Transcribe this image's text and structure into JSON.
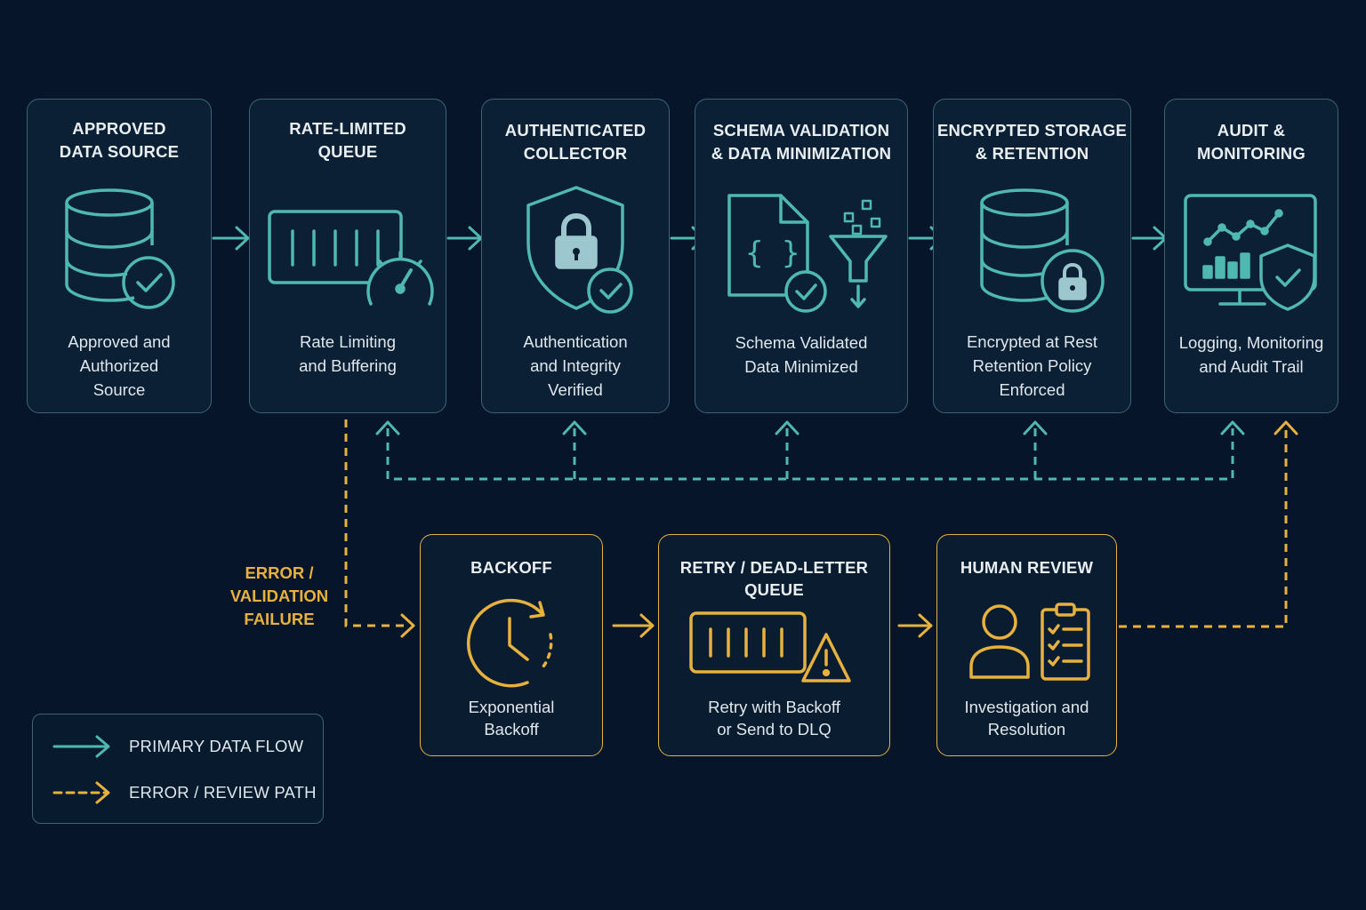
{
  "colors": {
    "background": "#061529",
    "primary": "#4fb8b1",
    "error": "#e6b13e",
    "text": "#dfe7ec",
    "border": "#3e6470"
  },
  "pipeline": [
    {
      "title": "APPROVED\nDATA SOURCE",
      "description": "Approved and\nAuthorized\nSource",
      "icon": "database-check-icon"
    },
    {
      "title": "RATE-LIMITED\nQUEUE",
      "description": "Rate Limiting\nand Buffering",
      "icon": "queue-gauge-icon"
    },
    {
      "title": "AUTHENTICATED\nCOLLECTOR",
      "description": "Authentication\nand Integrity\nVerified",
      "icon": "shield-lock-icon"
    },
    {
      "title": "SCHEMA VALIDATION\n& DATA MINIMIZATION",
      "description": "Schema Validated\nData Minimized",
      "icon": "schema-filter-icon"
    },
    {
      "title": "ENCRYPTED STORAGE\n& RETENTION",
      "description": "Encrypted at Rest\nRetention Policy\nEnforced",
      "icon": "database-lock-icon"
    },
    {
      "title": "AUDIT &\nMONITORING",
      "description": "Logging, Monitoring\nand Audit Trail",
      "icon": "monitor-shield-icon"
    }
  ],
  "error_path": [
    {
      "title": "BACKOFF",
      "description": "Exponential\nBackoff",
      "icon": "clock-icon"
    },
    {
      "title": "RETRY / DEAD-LETTER\nQUEUE",
      "description": "Retry with Backoff\nor Send to DLQ",
      "icon": "queue-warning-icon"
    },
    {
      "title": "HUMAN REVIEW",
      "description": "Investigation and\nResolution",
      "icon": "reviewer-checklist-icon"
    }
  ],
  "error_label": "ERROR /\nVALIDATION\nFAILURE",
  "legend": {
    "primary": "PRIMARY DATA FLOW",
    "error": "ERROR / REVIEW PATH"
  }
}
